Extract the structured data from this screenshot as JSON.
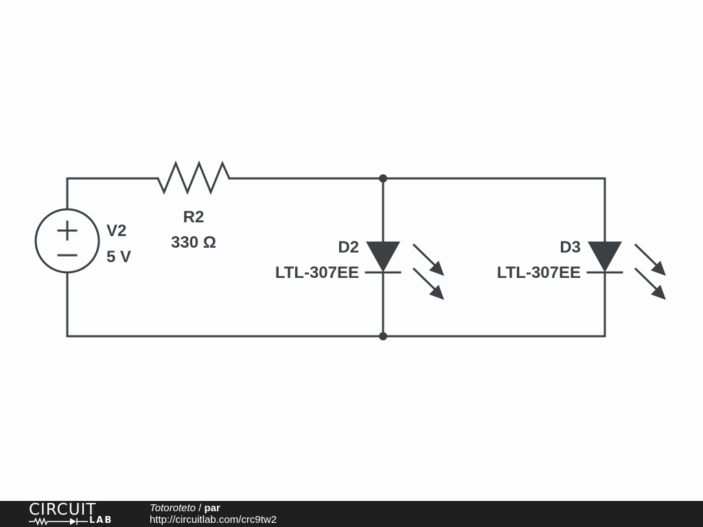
{
  "components": {
    "v2": {
      "name": "V2",
      "value": "5 V",
      "plus": "+",
      "minus": "−"
    },
    "r2": {
      "name": "R2",
      "value": "330 Ω"
    },
    "d2": {
      "name": "D2",
      "part": "LTL-307EE"
    },
    "d3": {
      "name": "D3",
      "part": "LTL-307EE"
    }
  },
  "colors": {
    "ink": "#3b4045",
    "footer_bg": "#1f1f1f",
    "footer_text": "#ffffff",
    "page_bg": "#fdfdfd"
  },
  "footer": {
    "logo_top": "CIRCUIT",
    "logo_bottom": "LAB",
    "author": "Totoroteto",
    "separator": " / ",
    "circuit_name": "par",
    "url": "http://circuitlab.com/crc9tw2"
  }
}
